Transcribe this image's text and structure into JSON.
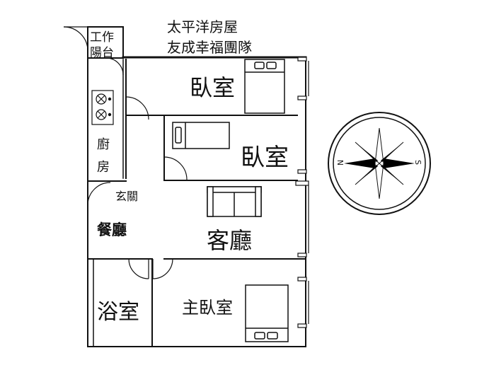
{
  "header": {
    "line1": "太平洋房屋",
    "line2": "友成幸福團隊"
  },
  "rooms": {
    "work_balcony_line1": "工作",
    "work_balcony_line2": "陽台",
    "kitchen_line1": "廚",
    "kitchen_line2": "房",
    "bedroom_top": "臥室",
    "bedroom_middle": "臥室",
    "entrance": "玄關",
    "dining": "餐廳",
    "living": "客廳",
    "bathroom": "浴室",
    "master_bedroom": "主臥室"
  },
  "compass": {
    "north_label": "N",
    "south_label": "S"
  },
  "colors": {
    "wall": "#111111",
    "compass_fill": "#000000",
    "window_fill": "#ffffff"
  }
}
